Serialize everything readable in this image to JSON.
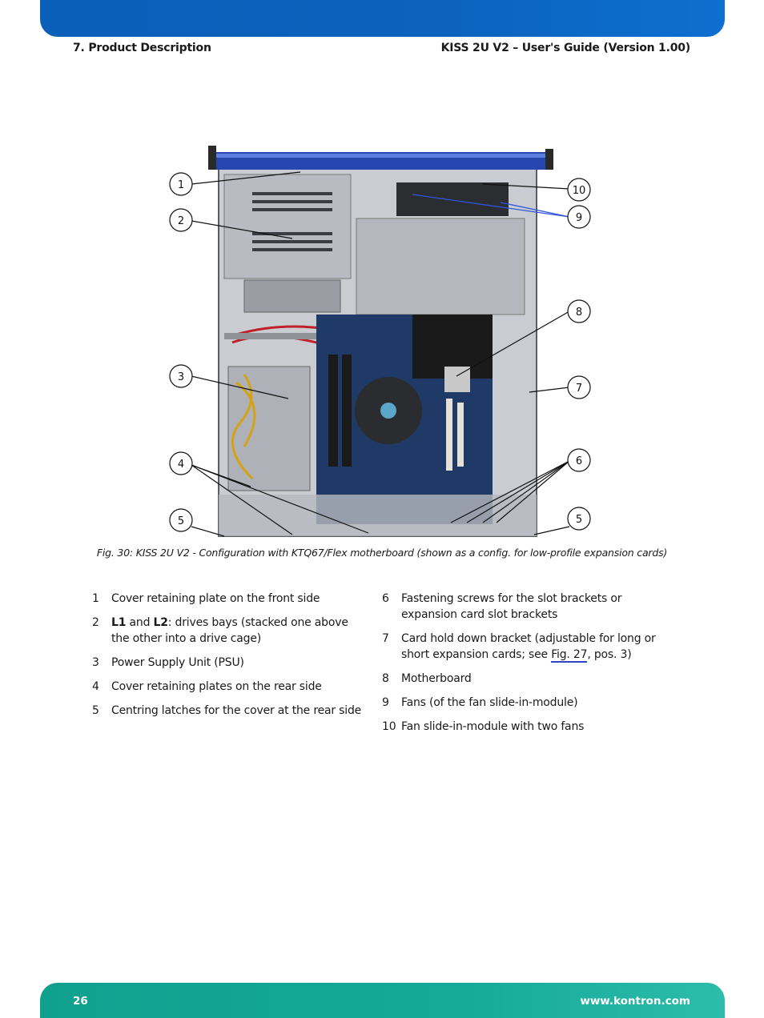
{
  "header": {
    "section": "7. Product Description",
    "doc_title": "KISS 2U V2 – User's Guide (Version 1.00)"
  },
  "figure": {
    "callouts": [
      "1",
      "2",
      "3",
      "4",
      "5",
      "10",
      "9",
      "8",
      "7",
      "6",
      "5"
    ],
    "caption": "Fig. 30: KISS 2U V2 - Configuration with KTQ67/Flex motherboard (shown as a config. for low-profile expansion cards)"
  },
  "legend_left": [
    {
      "num": "1",
      "text": "Cover retaining plate on the front side"
    },
    {
      "num": "2",
      "l1": "L1",
      "and": " and ",
      "l2": "L2",
      "rest": ": drives bays (stacked one above the other into a drive cage)"
    },
    {
      "num": "3",
      "text": "Power Supply Unit (PSU)"
    },
    {
      "num": "4",
      "text": "Cover retaining plates on the rear side"
    },
    {
      "num": "5",
      "text": "Centring latches for the cover at the rear side"
    }
  ],
  "legend_right": [
    {
      "num": "6",
      "text": "Fastening screws for the slot brackets or expansion card slot brackets"
    },
    {
      "num": "7",
      "pre": "Card hold down bracket (adjustable for long or short expansion cards; see ",
      "link": "Fig. 27",
      "post": ", pos. 3)"
    },
    {
      "num": "8",
      "text": "Motherboard"
    },
    {
      "num": "9",
      "text": "Fans (of the fan slide-in-module)"
    },
    {
      "num": "10",
      "text": "Fan slide-in-module with two fans"
    }
  ],
  "footer": {
    "page_number": "26",
    "website": "www.kontron.com"
  },
  "colors": {
    "header_band": "#0b63bd",
    "footer_band": "#14a998",
    "link_underline": "#2f45c8"
  }
}
